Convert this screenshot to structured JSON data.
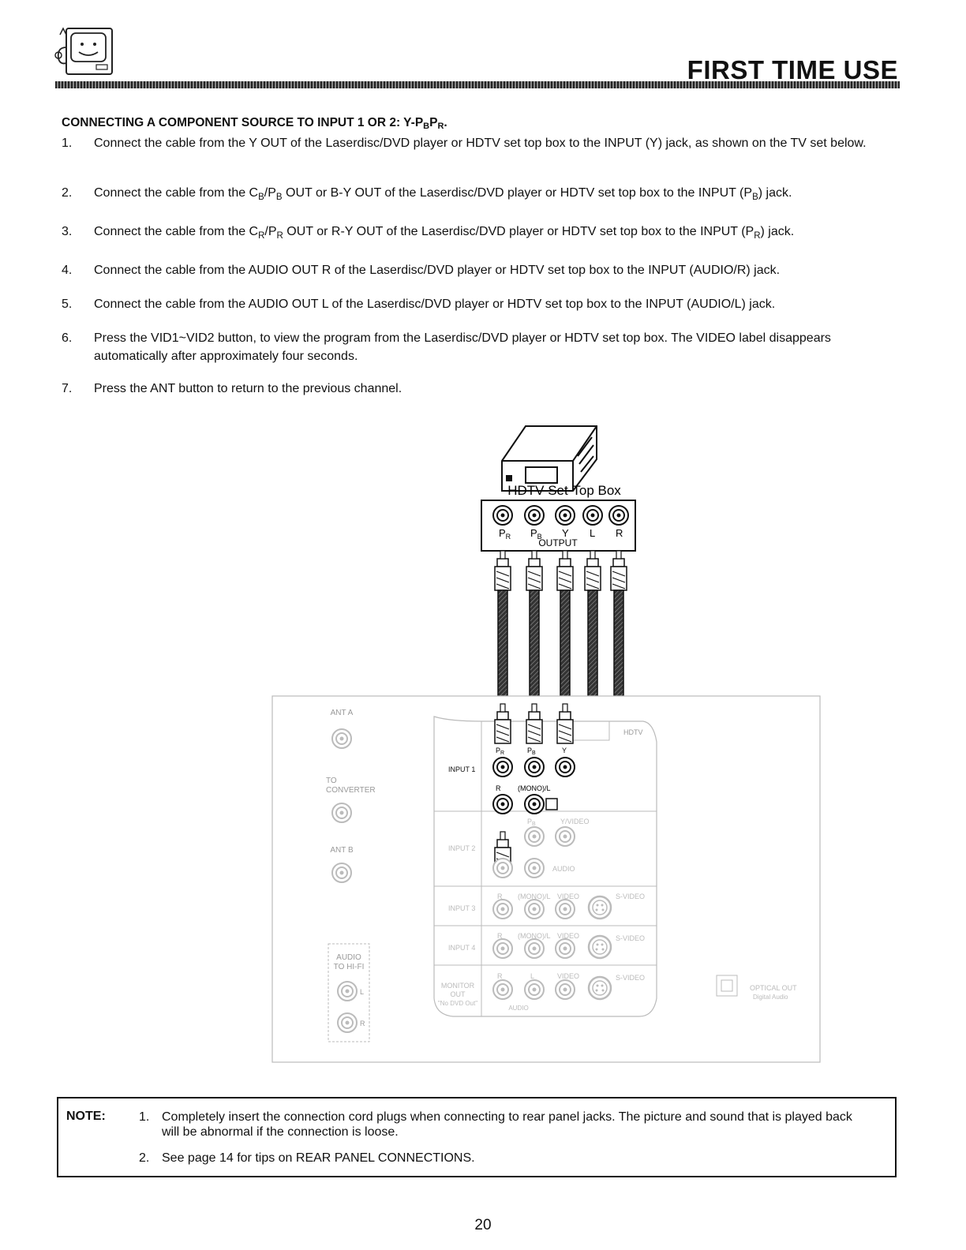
{
  "header": {
    "title": "FIRST TIME USE"
  },
  "section": {
    "heading_parts": [
      "CONNECTING A COMPONENT SOURCE TO INPUT 1 OR 2: Y-P",
      "B",
      "P",
      "R",
      "."
    ]
  },
  "steps": [
    {
      "num": "1.",
      "text": "Connect the cable from the Y OUT of the Laserdisc/DVD player or HDTV set top box to the INPUT (Y) jack, as shown on the TV set below."
    },
    {
      "num": "2.",
      "parts": [
        "Connect the cable from the C",
        "B",
        "/P",
        "B",
        " OUT or B-Y OUT of the Laserdisc/DVD player or HDTV set top box to the INPUT (P",
        "B",
        ") jack."
      ]
    },
    {
      "num": "3.",
      "parts": [
        "Connect the cable from the C",
        "R",
        "/P",
        "R",
        " OUT or R-Y OUT of the Laserdisc/DVD player or HDTV set top box to the INPUT (P",
        "R",
        ") jack."
      ]
    },
    {
      "num": "4.",
      "text": "Connect the cable from the AUDIO OUT R of the Laserdisc/DVD player or HDTV set top box to the INPUT (AUDIO/R) jack."
    },
    {
      "num": "5.",
      "text": "Connect the cable from the AUDIO OUT L of the Laserdisc/DVD player or HDTV set top box to the INPUT (AUDIO/L) jack."
    },
    {
      "num": "6.",
      "text": "Press the VID1~VID2 button, to view the program from the Laserdisc/DVD player or HDTV set top box.  The VIDEO label disappears automatically after approximately four seconds."
    },
    {
      "num": "7.",
      "text": "Press the ANT button to return to the previous channel."
    }
  ],
  "diagram": {
    "device_label": "HDTV Set-Top Box",
    "output_label": "OUTPUT",
    "output_jacks": [
      "P",
      "P",
      "Y",
      "L",
      "R"
    ],
    "output_jack_subs": [
      "R",
      "B",
      "",
      "",
      ""
    ],
    "tv_panel": {
      "ant_a": "ANT A",
      "to_converter_1": "TO",
      "to_converter_2": "CONVERTER",
      "ant_b": "ANT B",
      "audio_hifi_1": "AUDIO",
      "audio_hifi_2": "TO HI-FI",
      "audio_l": "L",
      "audio_r": "R",
      "input1": "INPUT 1",
      "input2": "INPUT 2",
      "input3": "INPUT 3",
      "input4": "INPUT 4",
      "monitor_1": "MONITOR",
      "monitor_2": "OUT",
      "monitor_3": "\"No DVD Out\"",
      "hdtv_tag": "HDTV",
      "pr": "P",
      "pr_sub": "R",
      "pb": "P",
      "pb_sub": "B",
      "y": "Y",
      "r": "R",
      "mono_l": "(MONO)/L",
      "y_video": "Y/VIDEO",
      "audio": "AUDIO",
      "video": "VIDEO",
      "s_video": "S-VIDEO",
      "l": "L",
      "optical_1": "OPTICAL OUT",
      "optical_2": "Digital Audio"
    }
  },
  "note": {
    "label": "NOTE:",
    "items": [
      {
        "num": "1.",
        "text": "Completely insert the connection cord plugs when connecting to rear panel jacks.  The picture and sound that is played back will be abnormal if the connection is loose."
      },
      {
        "num": "2.",
        "text": "See page 14 for tips on REAR PANEL CONNECTIONS."
      }
    ]
  },
  "page_number": "20"
}
